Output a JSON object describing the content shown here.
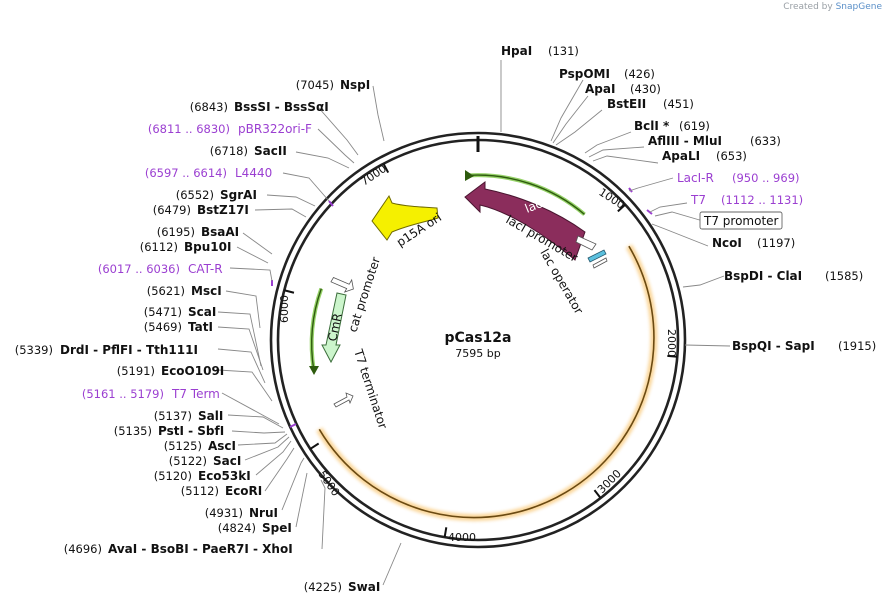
{
  "credit": {
    "prefix": "Created by",
    "brand": "SnapGene"
  },
  "plasmid": {
    "name": "pCas12a",
    "length": "7595 bp"
  },
  "ticks": [
    "1000",
    "2000",
    "3000",
    "4000",
    "5000",
    "6000",
    "7000"
  ],
  "sites_right": [
    {
      "name": "HpaI",
      "pos": "(131)"
    },
    {
      "name": "PspOMI",
      "pos": "(426)"
    },
    {
      "name": "ApaI",
      "pos": "(430)"
    },
    {
      "name": "BstEII",
      "pos": "(451)"
    },
    {
      "name": "BclI *",
      "pos": "(619)"
    },
    {
      "name": "AflIII - MluI",
      "pos": "(633)"
    },
    {
      "name": "ApaLI",
      "pos": "(653)"
    },
    {
      "name": "NcoI",
      "pos": "(1197)"
    },
    {
      "name": "BspDI - ClaI",
      "pos": "(1585)"
    },
    {
      "name": "BspQI - SapI",
      "pos": "(1915)"
    }
  ],
  "primers_right": [
    {
      "name": "LacI-R",
      "pos": "(950 .. 969)"
    },
    {
      "name": "T7",
      "pos": "(1112 .. 1131)"
    }
  ],
  "boxed_feature": "T7 promoter",
  "sites_left": [
    {
      "pos": "(7045)",
      "name": "NspI"
    },
    {
      "pos": "(6843)",
      "name": "BssSI - BssSαI"
    },
    {
      "pos": "(6718)",
      "name": "SacII"
    },
    {
      "pos": "(6552)",
      "name": "SgrAI"
    },
    {
      "pos": "(6479)",
      "name": "BstZ17I"
    },
    {
      "pos": "(6195)",
      "name": "BsaAI"
    },
    {
      "pos": "(6112)",
      "name": "Bpu10I"
    },
    {
      "pos": "(5621)",
      "name": "MscI"
    },
    {
      "pos": "(5471)",
      "name": "ScaI"
    },
    {
      "pos": "(5469)",
      "name": "TatI"
    },
    {
      "pos": "(5339)",
      "name": "DrdI - PflFI - Tth111I"
    },
    {
      "pos": "(5191)",
      "name": "EcoO109I"
    },
    {
      "pos": "(5137)",
      "name": "SalI"
    },
    {
      "pos": "(5135)",
      "name": "PstI - SbfI"
    },
    {
      "pos": "(5125)",
      "name": "AscI"
    },
    {
      "pos": "(5122)",
      "name": "SacI"
    },
    {
      "pos": "(5120)",
      "name": "Eco53kI"
    },
    {
      "pos": "(5112)",
      "name": "EcoRI"
    },
    {
      "pos": "(4931)",
      "name": "NruI"
    },
    {
      "pos": "(4824)",
      "name": "SpeI"
    },
    {
      "pos": "(4696)",
      "name": "AvaI - BsoBI - PaeR7I - XhoI"
    },
    {
      "pos": "(4225)",
      "name": "SwaI"
    }
  ],
  "primers_left": [
    {
      "pos": "(6811 .. 6830)",
      "name": "pBR322ori-F"
    },
    {
      "pos": "(6597 .. 6614)",
      "name": "L4440"
    },
    {
      "pos": "(6017 .. 6036)",
      "name": "CAT-R"
    },
    {
      "pos": "(5161 .. 5179)",
      "name": "T7 Term"
    }
  ],
  "features": {
    "laci": "lacI",
    "laci_promoter": "lacI promoter",
    "lac_operator": "lac operator",
    "p15a_ori": "p15A ori",
    "cmr": "CmR",
    "cat_promoter": "cat promoter",
    "t7_terminator": "T7 terminator"
  },
  "colors": {
    "laci": "#8b2d5c",
    "p15a_ori": "#f5f000",
    "cmr": "#ccf5cc",
    "orf_orange": "#f5a623",
    "orf_green": "#6abf2a",
    "primer": "#9b3fd1"
  }
}
